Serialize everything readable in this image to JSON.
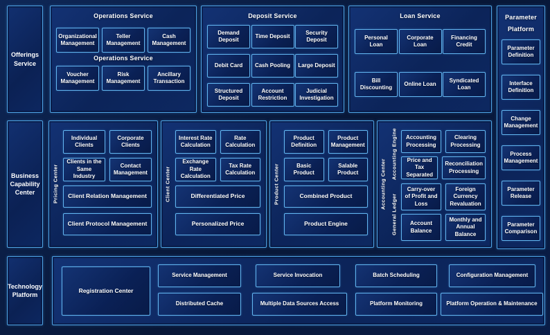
{
  "colors": {
    "background": "#0a1d47",
    "container_border": "#4fa5e6",
    "box_border": "#63b7f2",
    "text": "#ffffff"
  },
  "offerings": {
    "sidebar": "Offerings Service",
    "operations": {
      "title": "Operations Service",
      "mid_label": "Operations Service",
      "row1": [
        "Organizational Management",
        "Teller Management",
        "Cash Management"
      ],
      "row2": [
        "Voucher Management",
        "Risk Management",
        "Ancillary Transaction"
      ]
    },
    "deposit": {
      "title": "Deposit Service",
      "rows": [
        [
          "Demand Deposit",
          "Time Deposit",
          "Security Deposit"
        ],
        [
          "Debit Card",
          "Cash Pooling",
          "Large Deposit"
        ],
        [
          "Structured Deposit",
          "Account Restriction",
          "Judicial Investigation"
        ]
      ]
    },
    "loan": {
      "title": "Loan Service",
      "rows": [
        [
          "Personal Loan",
          "Corporate Loan",
          "Financing Credit"
        ],
        [
          "Bill Discounting",
          "Online Loan",
          "Syndicated Loan"
        ]
      ]
    }
  },
  "parameter_platform": {
    "title": "Parameter Platform",
    "boxes": [
      "Parameter Definition",
      "Interface Definition",
      "Change Management",
      "Process Management",
      "Parameter Release",
      "Parameter Comparison"
    ]
  },
  "business": {
    "sidebar": "Business Capability Center",
    "pricing": {
      "label": "Pricing Center",
      "small": [
        "Individual Clients",
        "Corporate Clients",
        "Clients in the Same Industry",
        "Contact Management"
      ],
      "wide": [
        "Client Relation Management",
        "Client Protocol Management"
      ]
    },
    "client": {
      "label": "Client Center",
      "small": [
        "Interest Rate Calculation",
        "Rate Calculation",
        "Exchange Rate Calculation",
        "Tax Rate Calculation"
      ],
      "wide": [
        "Differentiated Price",
        "Personalized Price"
      ]
    },
    "product": {
      "label": "Product Center",
      "small": [
        "Product Definition",
        "Product Management",
        "Basic Product",
        "Salable Product"
      ],
      "wide": [
        "Combined Product",
        "Product Engine"
      ]
    },
    "accounting": {
      "label": "Accounting Center",
      "engine": {
        "label": "Accounting Engine",
        "boxes": [
          "Accounting Processing",
          "Clearing Processing",
          "Price and Tax Separated",
          "Reconciliation Processing"
        ]
      },
      "ledger": {
        "label": "General Ledger",
        "boxes": [
          "Carry-over of Profit and Loss",
          "Foreign Currency Revaluation",
          "Account Balance",
          "Monthly and Annual Balance"
        ]
      }
    }
  },
  "technology": {
    "sidebar": "Technology Platform",
    "registration": "Registration Center",
    "row1": [
      "Service Management",
      "Service Invocation",
      "Batch Scheduling",
      "Configuration Management"
    ],
    "row2": [
      "Distributed Cache",
      "Multiple Data Sources Access",
      "Platform Monitoring",
      "Platform Operation & Maintenance"
    ]
  }
}
